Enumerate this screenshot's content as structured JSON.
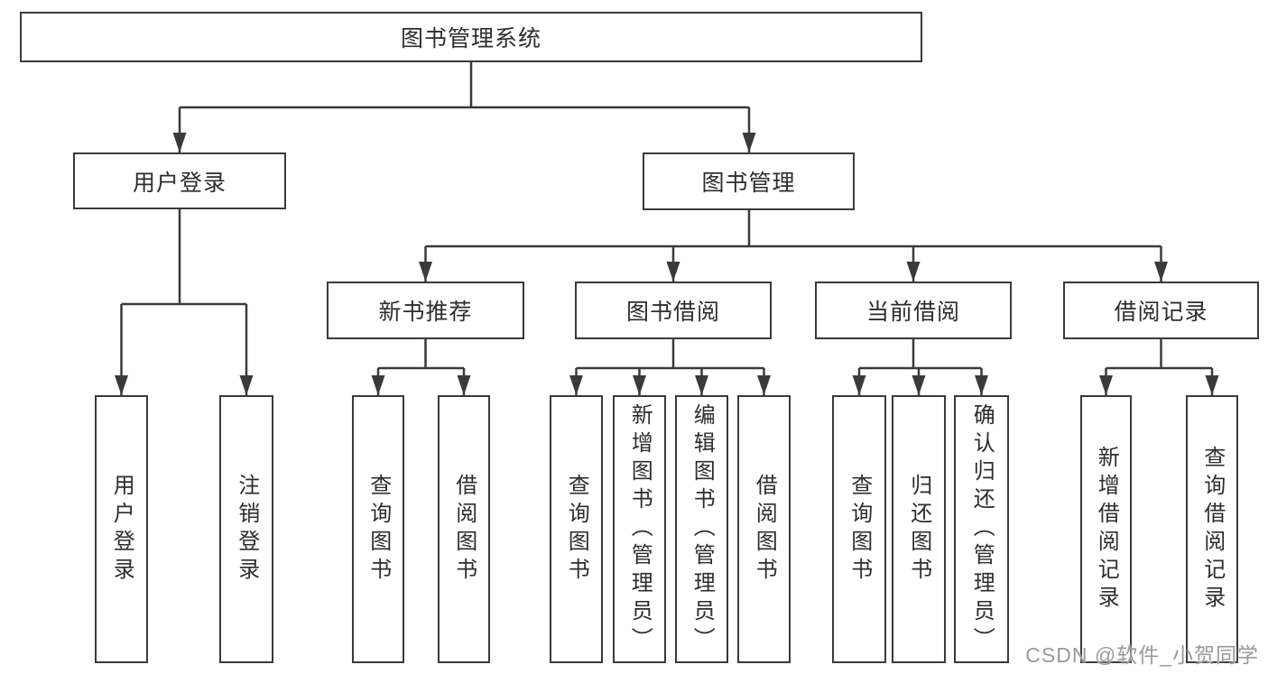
{
  "diagram": {
    "type": "tree",
    "title": "图书管理系统",
    "colors": {
      "line": "#3a3a3a",
      "box_border": "#3a3a3a",
      "text": "#2d2d2d",
      "background": "#ffffff",
      "watermark_text": "#9a9a9a"
    },
    "root": {
      "label": "图书管理系统",
      "children": [
        {
          "label": "用户登录",
          "children": [
            {
              "label": "用户登录"
            },
            {
              "label": "注销登录"
            }
          ]
        },
        {
          "label": "图书管理",
          "children": [
            {
              "label": "新书推荐",
              "children": [
                {
                  "label": "查询图书"
                },
                {
                  "label": "借阅图书"
                }
              ]
            },
            {
              "label": "图书借阅",
              "children": [
                {
                  "label": "查询图书"
                },
                {
                  "label": "新增图书（管理员）"
                },
                {
                  "label": "编辑图书（管理员）"
                },
                {
                  "label": "借阅图书"
                }
              ]
            },
            {
              "label": "当前借阅",
              "children": [
                {
                  "label": "查询图书"
                },
                {
                  "label": "归还图书"
                },
                {
                  "label": "确认归还（管理员）"
                }
              ]
            },
            {
              "label": "借阅记录",
              "children": [
                {
                  "label": "新增借阅记录"
                },
                {
                  "label": "查询借阅记录"
                }
              ]
            }
          ]
        }
      ]
    }
  },
  "watermark": {
    "text": "CSDN @软件_小贺同学"
  }
}
